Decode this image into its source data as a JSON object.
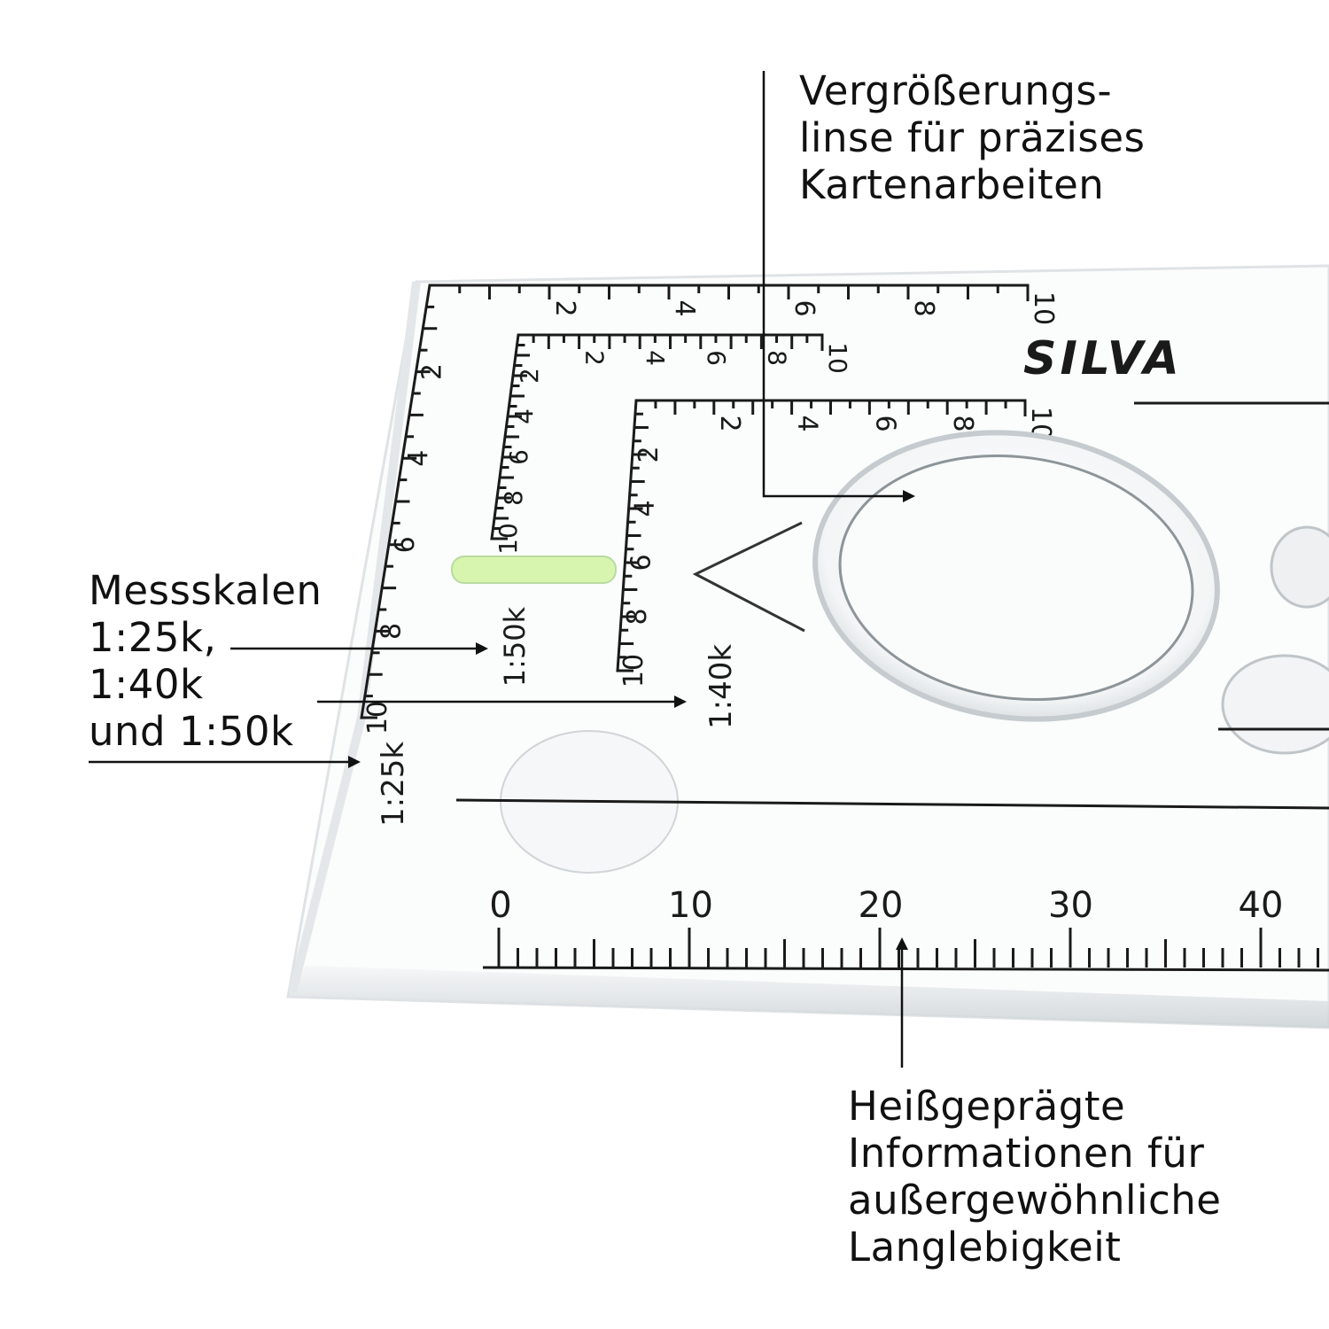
{
  "brand": {
    "logo_text": "SILVA"
  },
  "callouts": {
    "lens": [
      "Vergrößerungs-",
      "linse für präzises",
      "Kartenarbeiten"
    ],
    "scales": [
      "Messskalen",
      "1:25k,",
      "1:40k",
      "und 1:50k"
    ],
    "hotstamp": [
      "Heißgeprägte",
      "Informationen für",
      "außergewöhnliche",
      "Langlebigkeit"
    ]
  },
  "scales": {
    "s25": {
      "label": "1:25k",
      "ticks": [
        "2",
        "4",
        "6",
        "8",
        "10"
      ]
    },
    "s50": {
      "label": "1:50k",
      "ticks": [
        "2",
        "4",
        "6",
        "8",
        "10"
      ]
    },
    "s40": {
      "label": "1:40k",
      "ticks": [
        "2",
        "4",
        "6",
        "8",
        "10"
      ]
    }
  },
  "ruler": {
    "labels": [
      "0",
      "10",
      "20",
      "30",
      "40"
    ]
  },
  "colors": {
    "ink": "#1a1a1a",
    "plate_edge": "#d8dde0",
    "bubble": "#d8f5b0"
  }
}
